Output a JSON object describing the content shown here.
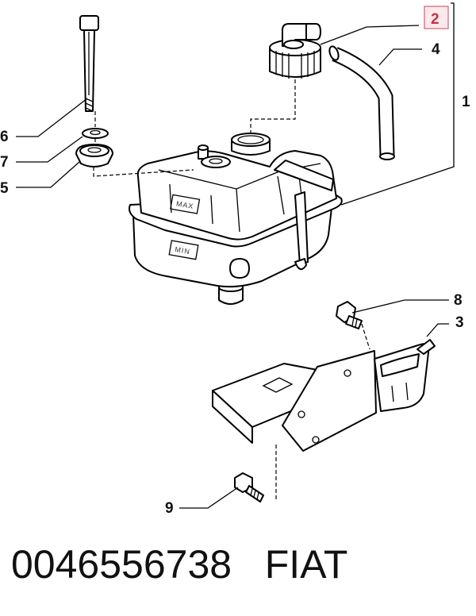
{
  "diagram": {
    "callouts": [
      {
        "id": "1",
        "text": "1"
      },
      {
        "id": "2",
        "text": "2",
        "highlighted": true
      },
      {
        "id": "3",
        "text": "3"
      },
      {
        "id": "4",
        "text": "4"
      },
      {
        "id": "5",
        "text": "5"
      },
      {
        "id": "6",
        "text": "6"
      },
      {
        "id": "7",
        "text": "7"
      },
      {
        "id": "8",
        "text": "8"
      },
      {
        "id": "9",
        "text": "9"
      }
    ],
    "tank_markings": {
      "max": "MAX",
      "min": "MIN"
    },
    "highlight_color": "#c83246"
  },
  "footer": {
    "part_number": "0046556738",
    "brand": "FIAT"
  }
}
